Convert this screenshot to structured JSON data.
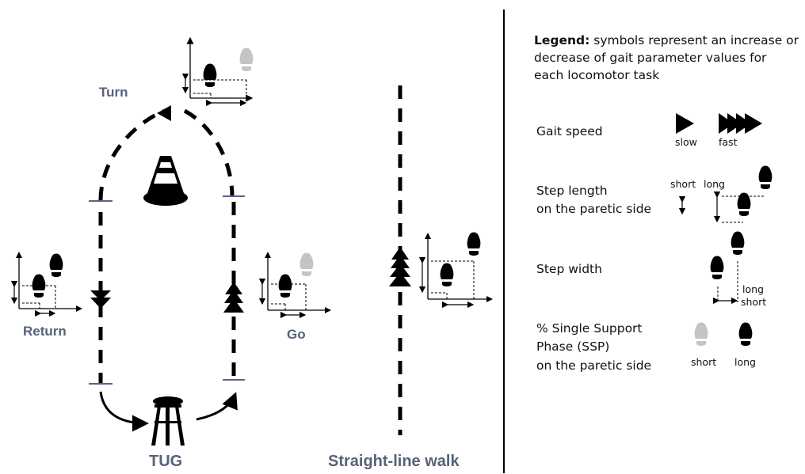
{
  "diagram": {
    "labels": {
      "turn": "Turn",
      "return": "Return",
      "go": "Go",
      "tug": "TUG",
      "straight": "Straight-line walk"
    }
  },
  "legend": {
    "title_bold": "Legend:",
    "title_rest": "symbols represent an increase or decrease of gait parameter values for each locomotor task",
    "gait_speed": {
      "label": "Gait speed",
      "slow": "slow",
      "fast": "fast"
    },
    "step_length": {
      "line1": "Step length",
      "line2": "on the paretic side",
      "short": "short",
      "long": "long"
    },
    "step_width": {
      "label": "Step width",
      "long": "long",
      "short": "short"
    },
    "ssp": {
      "line1": "% Single Support",
      "line2": "Phase (SSP)",
      "line3": "on the paretic side",
      "short": "short",
      "long": "long"
    }
  },
  "colors": {
    "label_gray": "#58617a",
    "ink": "#000000",
    "light_foot": "#c4c4c4",
    "bar": "#5b6482"
  },
  "icons": [
    "traffic-cone-icon",
    "stool-icon",
    "footprint-icon",
    "arrowhead-icon",
    "tree-arrow-icon"
  ]
}
